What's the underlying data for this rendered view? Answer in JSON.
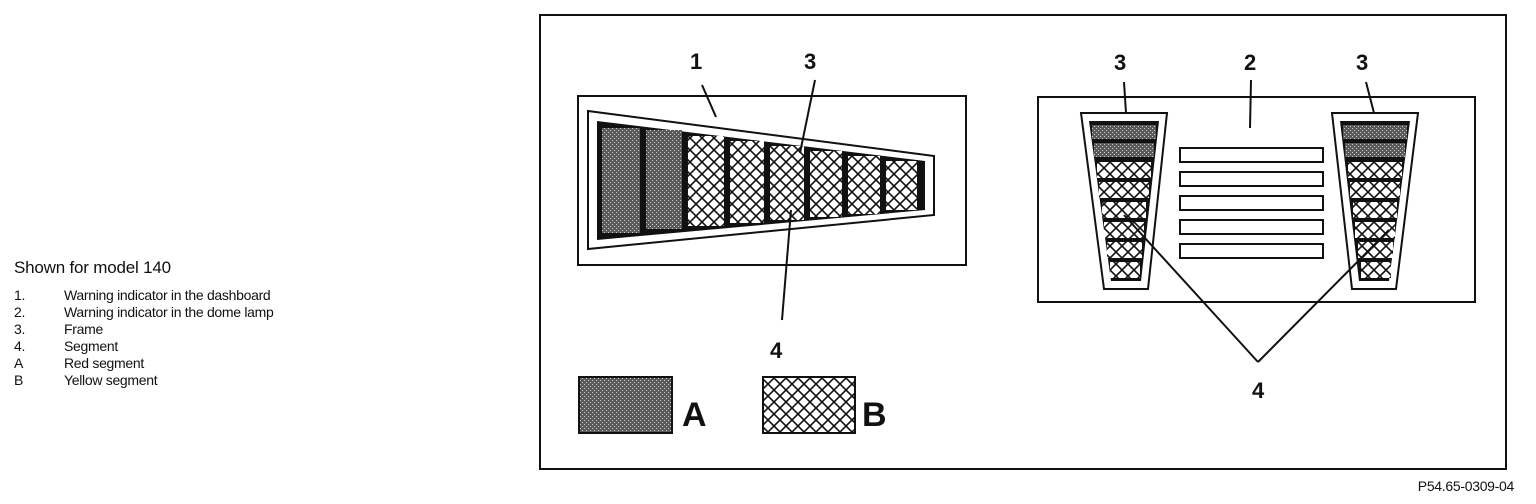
{
  "legend": {
    "title": "Shown for model 140",
    "items": [
      {
        "key": "1.",
        "text": "Warning indicator in the dashboard"
      },
      {
        "key": "2.",
        "text": "Warning indicator in the dome lamp"
      },
      {
        "key": "3.",
        "text": "Frame"
      },
      {
        "key": "4.",
        "text": "Segment"
      },
      {
        "key": "A",
        "text": "Red segment"
      },
      {
        "key": "B",
        "text": "Yellow segment"
      }
    ]
  },
  "callouts": {
    "dash_indicator": "1",
    "dash_frame": "3",
    "dash_segment": "4",
    "dome_left_frame": "3",
    "dome_indicator": "2",
    "dome_right_frame": "3",
    "dome_segment": "4"
  },
  "swatches": {
    "red_label": "A",
    "yellow_label": "B"
  },
  "figure_ref": "P54.65-0309-04"
}
